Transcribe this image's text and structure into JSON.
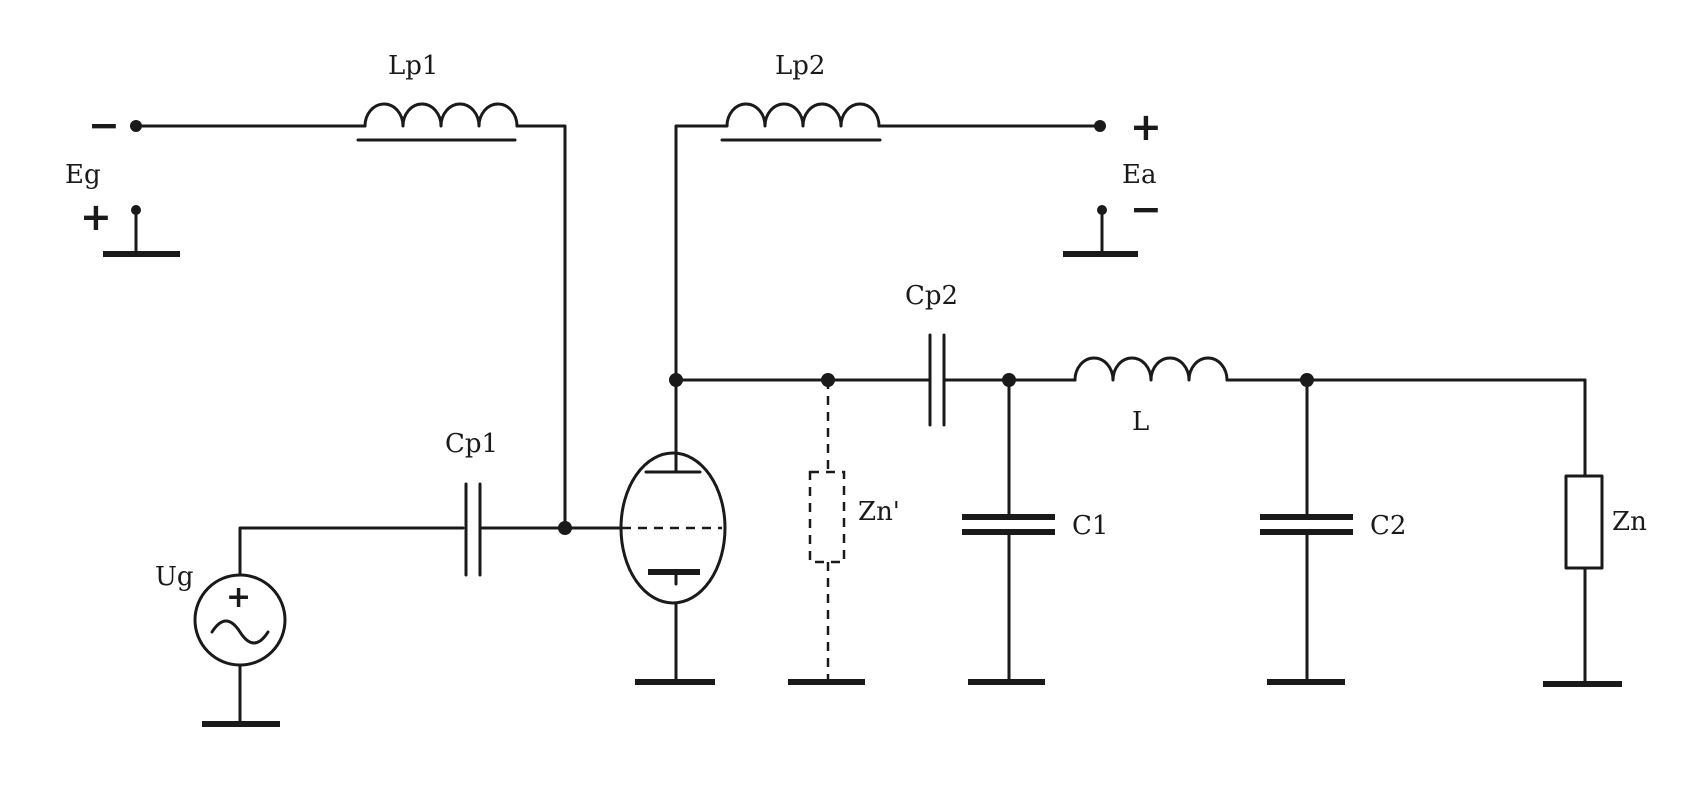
{
  "labels": {
    "lp1": "Lp1",
    "lp2": "Lp2",
    "eg": "Eg",
    "ea": "Ea",
    "cp1": "Cp1",
    "cp2": "Cp2",
    "ug": "Ug",
    "l": "L",
    "c1": "C1",
    "c2": "C2",
    "zn_prime": "Zn'",
    "zn": "Zn"
  },
  "signs": {
    "eg_top": "−",
    "eg_bottom": "+",
    "ea_top": "+",
    "ea_bottom": "−",
    "ug_source": "+"
  }
}
